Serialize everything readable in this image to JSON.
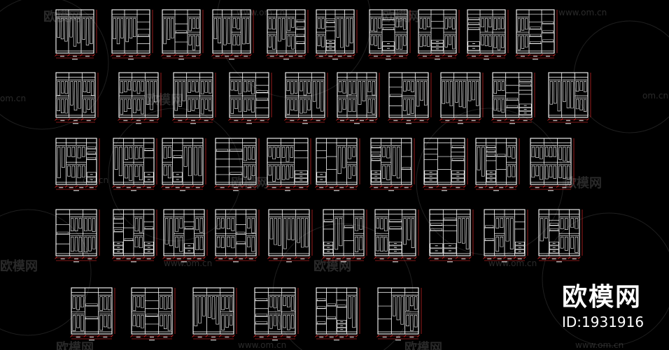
{
  "watermark": {
    "brand": "欧模网",
    "site": "www.om.cn",
    "site_short": "om.cn"
  },
  "badge": {
    "logo": "欧模网",
    "id_text": "ID:1931916"
  },
  "colors": {
    "background": "#000000",
    "line": "#ffffff",
    "dimension": "#ff3030",
    "watermark": "#ffffff"
  }
}
